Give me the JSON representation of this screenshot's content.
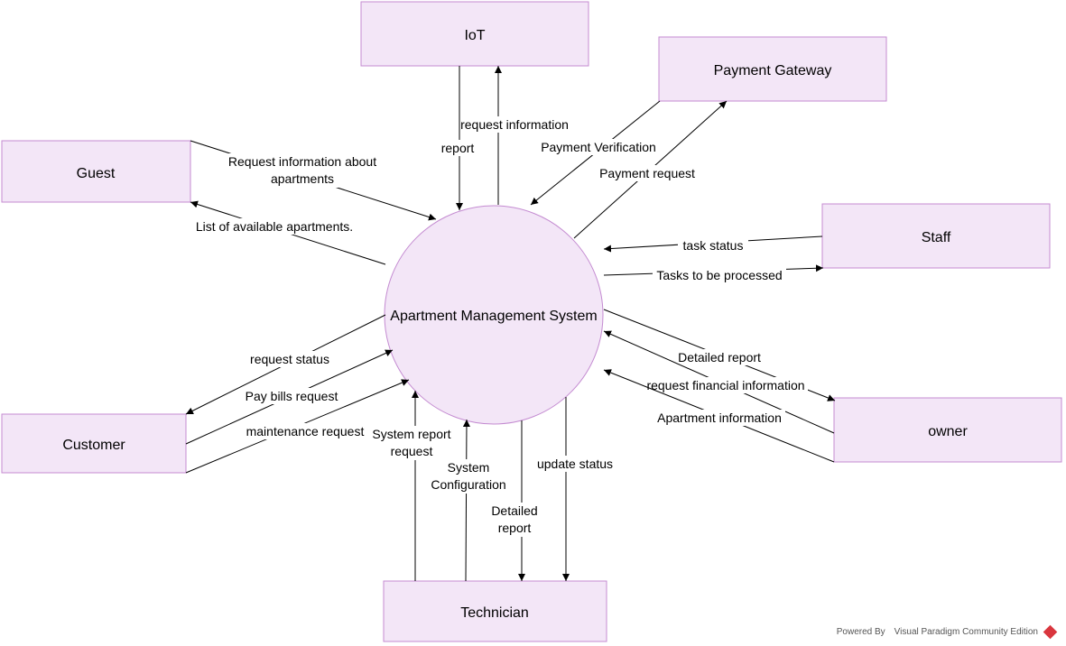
{
  "diagram": {
    "process": "Apartment Management System",
    "entities": {
      "iot": "IoT",
      "payment_gateway": "Payment Gateway",
      "guest": "Guest",
      "staff": "Staff",
      "customer": "Customer",
      "owner": "owner",
      "technician": "Technician"
    },
    "flows": {
      "iot_request_information": "request information",
      "iot_report": "report",
      "payment_verification": "Payment Verification",
      "payment_request": "Payment request",
      "guest_request_line1": "Request information about",
      "guest_request_line2": "apartments",
      "guest_list": "List of available apartments.",
      "staff_task_status": "task status",
      "staff_tasks": "Tasks to be processed",
      "owner_detailed_report": "Detailed report",
      "owner_request_financial": "request financial information",
      "owner_apartment_info": "Apartment information",
      "customer_request_status": "request status",
      "customer_pay_bills": "Pay bills request",
      "customer_maintenance": "maintenance request",
      "tech_system_report_line1": "System report",
      "tech_system_report_line2": "request",
      "tech_system_config_line1": "System",
      "tech_system_config_line2": "Configuration",
      "tech_detailed_report_line1": "Detailed",
      "tech_detailed_report_line2": "report",
      "tech_update_status": "update status"
    }
  },
  "footer": {
    "text": "Powered By Visual Paradigm Community Edition"
  }
}
